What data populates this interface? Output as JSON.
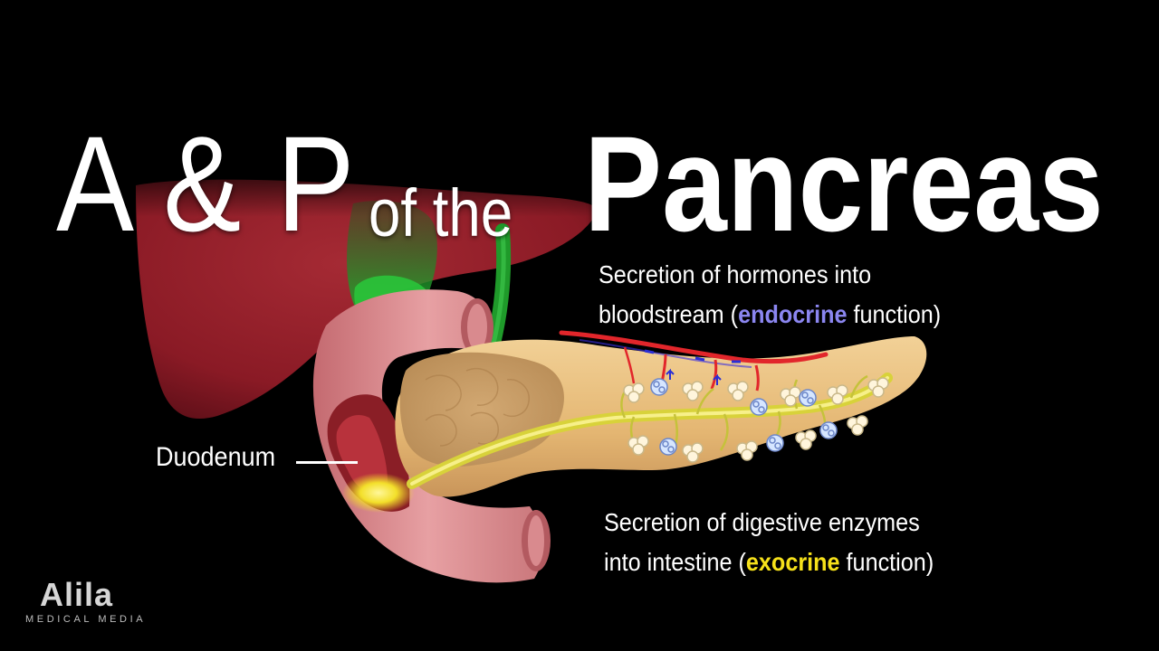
{
  "title": {
    "part1": "A & P",
    "part2": "of the",
    "part3": "Pancreas"
  },
  "labels": {
    "endocrine_line1": "Secretion of hormones into",
    "endocrine_line2_pre": "bloodstream (",
    "endocrine_keyword": "endocrine",
    "endocrine_line2_post": " function)",
    "exocrine_line1": "Secretion of digestive enzymes",
    "exocrine_line2_pre": "into intestine (",
    "exocrine_keyword": "exocrine",
    "exocrine_line2_post": " function)",
    "duodenum": "Duodenum"
  },
  "logo": {
    "name": "Alila",
    "subtitle": "MEDICAL MEDIA"
  },
  "colors": {
    "background": "#000000",
    "liver": "#8e1b28",
    "gallbladder": "#1f9a2a",
    "duodenum": "#d9868a",
    "pancreas": "#e8be7e",
    "duct": "#e6e24a",
    "artery": "#e2262b",
    "vein": "#2a2ed6",
    "endocrine_highlight": "#8b86f0",
    "exocrine_highlight": "#f6e11a"
  }
}
